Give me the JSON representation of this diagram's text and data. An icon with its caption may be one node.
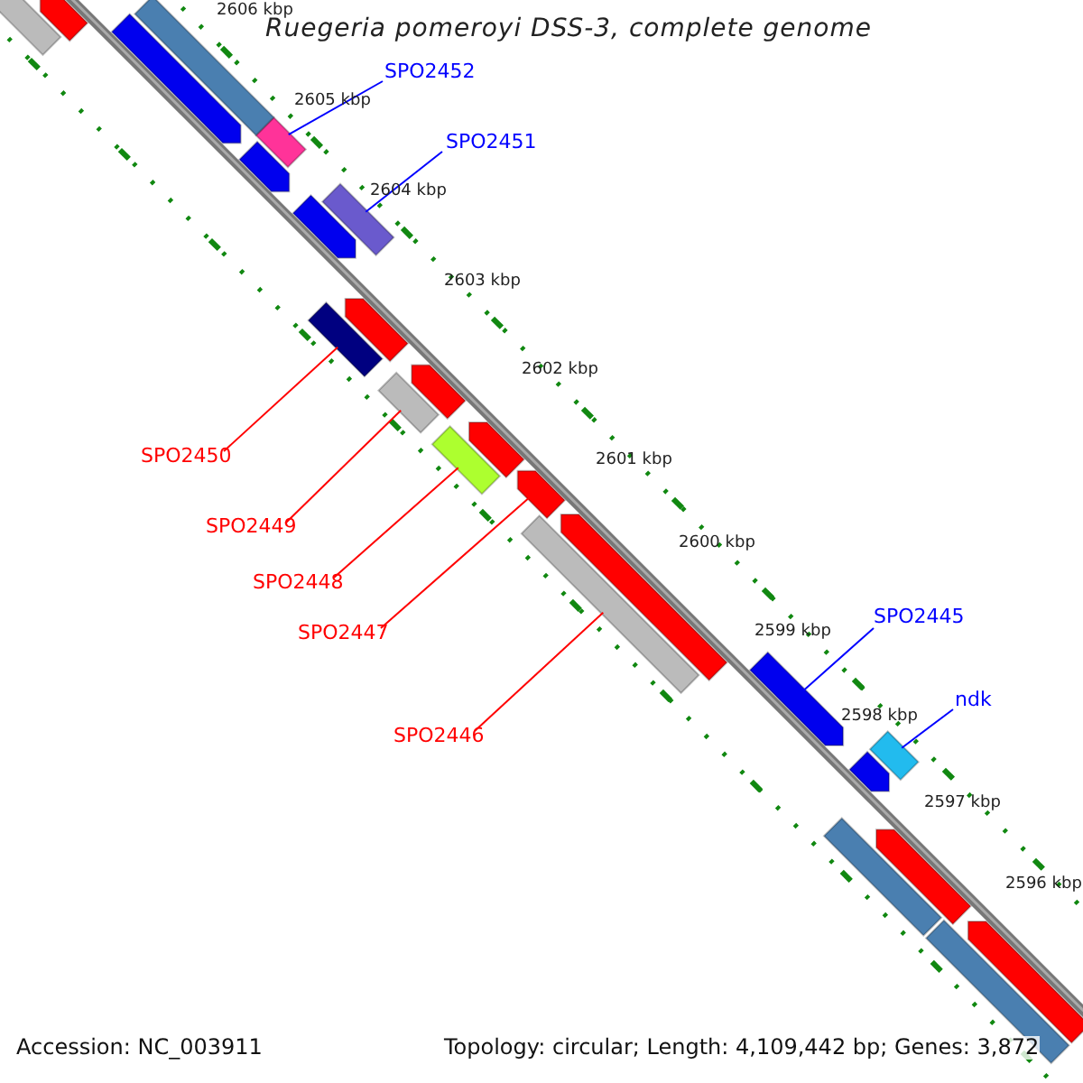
{
  "diagram": {
    "title": "Ruegeria pomeroyi DSS-3, complete genome",
    "nodes": [
      {
        "text": [
          "SPO2452"
        ]
      },
      {
        "text": [
          "SPO2451"
        ]
      },
      {
        "text": [
          "SPO2450"
        ]
      },
      {
        "text": [
          "SPO2449"
        ]
      },
      {
        "text": [
          "SPO2448"
        ]
      },
      {
        "text": [
          "SPO2447"
        ]
      },
      {
        "text": [
          "SPO2446"
        ]
      },
      {
        "text": [
          "SPO2445"
        ]
      },
      {
        "text": [
          "ndk"
        ]
      },
      {
        "text": [],
        "shape": "bar"
      },
      {
        "text": [],
        "shape": "bar"
      },
      {
        "text": [],
        "shape": "bar"
      },
      {
        "text": [],
        "shape": "bar"
      },
      {
        "text": [],
        "shape": "bar"
      },
      {
        "text": [],
        "shape": "bar"
      },
      {
        "text": [],
        "shape": "bar"
      },
      {
        "text": [],
        "shape": "bar"
      },
      {
        "text": [],
        "shape": "bar"
      },
      {
        "text": [],
        "shape": "bar"
      },
      {
        "text": [],
        "shape": "bar"
      },
      {
        "text": [],
        "shape": "bar"
      },
      {
        "text": [],
        "shape": "bar"
      },
      {
        "text": [],
        "shape": "bar"
      },
      {
        "text": [],
        "shape": "bar"
      },
      {
        "text": [],
        "shape": "bar"
      },
      {
        "text": [],
        "shape": "bar"
      },
      {
        "text": [],
        "shape": "bar"
      },
      {
        "text": [],
        "shape": "bar"
      },
      {
        "text": [],
        "shape": "bar"
      },
      {
        "text": [],
        "shape": "bar"
      },
      {
        "text": [],
        "shape": "bar"
      },
      {
        "text": [],
        "shape": "bar"
      },
      {
        "text": [],
        "shape": "bar"
      }
    ],
    "edges": [
      {
        "from": 0,
        "to": 12,
        "arrow": "none",
        "color": "#0000ff"
      },
      {
        "from": 1,
        "to": 16,
        "arrow": "none",
        "color": "#0000ff"
      },
      {
        "from": 2,
        "to": 17,
        "arrow": "none"
      },
      {
        "from": 3,
        "to": 19,
        "arrow": "none"
      },
      {
        "from": 4,
        "to": 21,
        "arrow": "none"
      },
      {
        "from": 5,
        "to": 23,
        "arrow": "none"
      },
      {
        "from": 6,
        "to": 24,
        "arrow": "none"
      },
      {
        "from": 7,
        "to": 26,
        "arrow": "none",
        "color": "#0000ff"
      },
      {
        "from": 8,
        "to": 28,
        "arrow": "none",
        "color": "#0000ff"
      }
    ],
    "labels": [
      "2606 kbp",
      "2605 kbp",
      "2604 kbp",
      "2603 kbp",
      "2602 kbp",
      "2601 kbp",
      "2600 kbp",
      "2599 kbp",
      "2598 kbp",
      "2597 kbp",
      "2596 kbp",
      "Accession: NC_003911",
      "Topology: circular; Length: 4,109,442 bp; Genes: 3,872"
    ]
  }
}
